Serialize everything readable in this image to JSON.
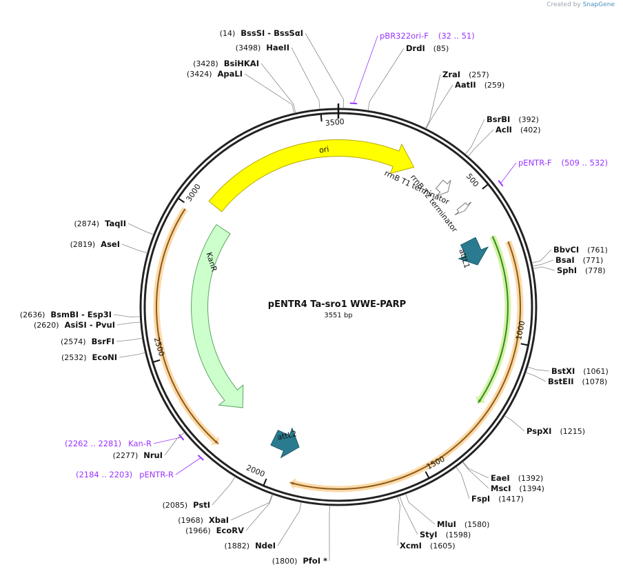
{
  "credit": {
    "prefix": "Created by",
    "brand": "SnapGene"
  },
  "title": "pENTR4 Ta-sro1 WWE-PARP",
  "length": "3551 bp",
  "ticks": [
    {
      "label": "500",
      "pos": 500
    },
    {
      "label": "1000",
      "pos": 1000
    },
    {
      "label": "1500",
      "pos": 1500
    },
    {
      "label": "2000",
      "pos": 2000
    },
    {
      "label": "2500",
      "pos": 2500
    },
    {
      "label": "3000",
      "pos": 3000
    },
    {
      "label": "3500",
      "pos": 3500
    }
  ],
  "features": [
    {
      "name": "ori",
      "start": 3050,
      "end": 280,
      "ring": 0.803,
      "color": "#ffff00",
      "stroke": "#b5a800",
      "strand": 1,
      "label_id": "ori-label"
    },
    {
      "name": "KanR",
      "start": 2205,
      "end": 2999,
      "ring": 0.702,
      "color": "#ccffcc",
      "stroke": "#59a65f",
      "strand": -1,
      "label_id": "kanr-label"
    },
    {
      "name": "attL1",
      "start": 623,
      "end": 722,
      "ring": 0.735,
      "color": "#2a7b8f",
      "stroke": "#1d5c6b",
      "strand": 1,
      "label_id": "attl1-label"
    },
    {
      "name": "attL2",
      "start": 1930,
      "end": 2033,
      "ring": 0.735,
      "color": "#2a7b8f",
      "stroke": "#1d5c6b",
      "strand": -1,
      "label_id": "attl2-label"
    },
    {
      "name": "rrnB T1 terminator",
      "start": 390,
      "end": 430,
      "ring": 0.803,
      "color": "#ffffff",
      "stroke": "#777777",
      "strand": 1,
      "label_id": "rrnb-t1-label"
    },
    {
      "name": "rrnB T2 terminator",
      "start": 500,
      "end": 520,
      "ring": 0.803,
      "color": "#ffffff",
      "stroke": "#777777",
      "strand": 1,
      "label_id": "rrnb-t2-label"
    }
  ],
  "insert_bands": [
    {
      "start": 645,
      "end": 1230,
      "ring": 0.857,
      "color": "#d6f2a0",
      "stroke": "#2d8a2d",
      "strand": 1
    },
    {
      "start": 680,
      "end": 1930,
      "ring": 0.92,
      "color": "#fcd9a6",
      "stroke": "#8a5a1a",
      "strand": 1
    },
    {
      "start": 2180,
      "end": 2985,
      "ring": 0.92,
      "color": "#fcd9a6",
      "stroke": "#8a5a1a",
      "strand": -1
    }
  ],
  "primers": [
    {
      "name": "pBR322ori-F",
      "range": "(32 .. 51)",
      "pos": 42,
      "label_id": "primer-pbr322ori-f"
    },
    {
      "name": "pENTR-F",
      "range": "(509 .. 532)",
      "pos": 520,
      "label_id": "primer-pentr-f"
    },
    {
      "name": "Kan-R",
      "range": "(2262 .. 2281)",
      "pos": 2272,
      "label_id": "primer-kan-r"
    },
    {
      "name": "pENTR-R",
      "range": "(2184 .. 2203)",
      "pos": 2194,
      "label_id": "primer-pentr-r"
    }
  ],
  "sites": [
    {
      "pos_text": "(14)",
      "name": "BssSI",
      "name2": "BssSαI",
      "pos": 14,
      "side": "left",
      "line": 1
    },
    {
      "pos_text": "(3498)",
      "name": "HaeII",
      "pos": 3498,
      "side": "left",
      "line": 2
    },
    {
      "pos_text": "(3428)",
      "name": "BsiHKAI",
      "pos": 3428,
      "side": "left",
      "line": 3
    },
    {
      "pos_text": "(3424)",
      "name": "ApaLI",
      "pos": 3424,
      "side": "left",
      "line": 4
    },
    {
      "name": "DrdI",
      "pos_text": "(85)",
      "pos": 85,
      "side": "right",
      "line": 5
    },
    {
      "name": "ZraI",
      "pos_text": "(257)",
      "pos": 257,
      "side": "right",
      "line": 6
    },
    {
      "name": "AatII",
      "pos_text": "(259)",
      "pos": 259,
      "side": "right",
      "line": 7
    },
    {
      "name": "BsrBI",
      "pos_text": "(392)",
      "pos": 392,
      "side": "right",
      "line": 8
    },
    {
      "name": "AclI",
      "pos_text": "(402)",
      "pos": 402,
      "side": "right",
      "line": 9
    },
    {
      "name": "BbvCI",
      "pos_text": "(761)",
      "pos": 761,
      "side": "right",
      "line": 10
    },
    {
      "name": "BsaI",
      "pos_text": "(771)",
      "pos": 771,
      "side": "right",
      "line": 11
    },
    {
      "name": "SphI",
      "pos_text": "(778)",
      "pos": 778,
      "side": "right",
      "line": 12
    },
    {
      "name": "BstXI",
      "pos_text": "(1061)",
      "pos": 1061,
      "side": "right",
      "line": 13
    },
    {
      "name": "BstEII",
      "pos_text": "(1078)",
      "pos": 1078,
      "side": "right",
      "line": 14
    },
    {
      "name": "PspXI",
      "pos_text": "(1215)",
      "pos": 1215,
      "side": "right",
      "line": 15
    },
    {
      "name": "EaeI",
      "pos_text": "(1392)",
      "pos": 1392,
      "side": "right",
      "line": 16
    },
    {
      "name": "MscI",
      "pos_text": "(1394)",
      "pos": 1394,
      "side": "right",
      "line": 17
    },
    {
      "name": "FspI",
      "pos_text": "(1417)",
      "pos": 1417,
      "side": "right",
      "line": 18
    },
    {
      "name": "MluI",
      "pos_text": "(1580)",
      "pos": 1580,
      "side": "right",
      "line": 19
    },
    {
      "name": "StyI",
      "pos_text": "(1598)",
      "pos": 1598,
      "side": "right",
      "line": 20
    },
    {
      "name": "XcmI",
      "pos_text": "(1605)",
      "pos": 1605,
      "side": "right",
      "line": 21
    },
    {
      "pos_text": "(1800)",
      "name": "PfoI *",
      "pos": 1800,
      "side": "left",
      "line": 22
    },
    {
      "pos_text": "(1882)",
      "name": "NdeI",
      "pos": 1882,
      "side": "left",
      "line": 23
    },
    {
      "pos_text": "(1966)",
      "name": "EcoRV",
      "pos": 1966,
      "side": "left",
      "line": 24
    },
    {
      "pos_text": "(1968)",
      "name": "XbaI",
      "pos": 1968,
      "side": "left",
      "line": 25
    },
    {
      "pos_text": "(2085)",
      "name": "PstI",
      "pos": 2085,
      "side": "left",
      "line": 26
    },
    {
      "pos_text": "(2277)",
      "name": "NruI",
      "pos": 2277,
      "side": "left",
      "line": 27
    },
    {
      "pos_text": "(2532)",
      "name": "EcoNI",
      "pos": 2532,
      "side": "left",
      "line": 28
    },
    {
      "pos_text": "(2574)",
      "name": "BsrFI",
      "pos": 2574,
      "side": "left",
      "line": 29
    },
    {
      "pos_text": "(2620)",
      "name": "AsiSI",
      "name2": "PvuI",
      "pos": 2620,
      "side": "left",
      "line": 30
    },
    {
      "pos_text": "(2636)",
      "name": "BsmBI",
      "name2": "Esp3I",
      "pos": 2636,
      "side": "left",
      "line": 31
    },
    {
      "pos_text": "(2819)",
      "name": "AseI",
      "pos": 2819,
      "side": "left",
      "line": 32
    },
    {
      "pos_text": "(2874)",
      "name": "TaqII",
      "pos": 2874,
      "side": "left",
      "line": 33
    }
  ]
}
